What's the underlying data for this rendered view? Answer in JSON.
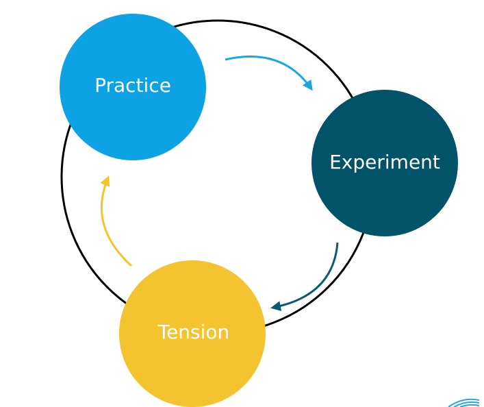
{
  "diagram": {
    "nodes": [
      {
        "id": "practice",
        "label": "Practice",
        "color": "#0da2e3"
      },
      {
        "id": "experiment",
        "label": "Experiment",
        "color": "#005369"
      },
      {
        "id": "tension",
        "label": "Tension",
        "color": "#f4c430"
      }
    ],
    "arrows": [
      {
        "from": "practice",
        "to": "experiment",
        "color": "#1aa7e0"
      },
      {
        "from": "experiment",
        "to": "tension",
        "color": "#0b5a70"
      },
      {
        "from": "tension",
        "to": "practice",
        "color": "#f4c430"
      }
    ],
    "cycle_ring_color": "#000000",
    "logo_color": "#2aa2e0"
  }
}
